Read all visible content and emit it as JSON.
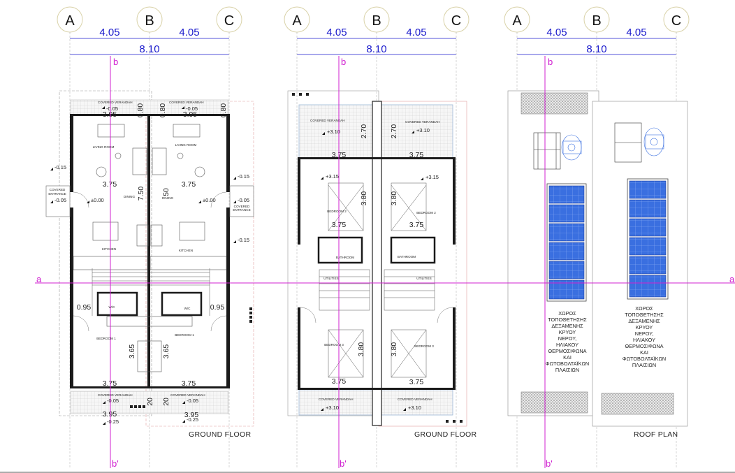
{
  "grid": {
    "labels": [
      "A",
      "B",
      "C"
    ],
    "span_left": "4.05",
    "span_right": "4.05",
    "total": "8.10"
  },
  "section": {
    "b_top": "b",
    "b_bottom": "b'",
    "a_left": "a",
    "a_right": "a"
  },
  "plans": {
    "ground": {
      "title": "GROUND FLOOR",
      "rooms": {
        "covered_verandah": "COVERED VERANDAH",
        "living_room": "LIVING ROOM",
        "dining": "DINING",
        "kitchen": "KITCHEN",
        "wc": "W/C",
        "bedroom": "BEDROOM 1",
        "covered_entrance": "COVERED ENTRANCE",
        "covered_entrance_line1": "COVERED",
        "covered_entrance_line2": "ENTRANCE"
      },
      "levels": {
        "top_verandah": "-0.05",
        "side_high": "-0.15",
        "entrance": "-0.05",
        "floor": "±0.00",
        "bottom_verandah": "-0.05",
        "bottom_outside": "-0.25"
      },
      "dims": {
        "verandah_depth": "0.80",
        "verandah_width": "3.95",
        "room_width": "3.75",
        "living_depth": "7.50",
        "living_depth_right": "50",
        "wc_width": "0.95",
        "bedroom_depth": "3.65",
        "bottom_verandah_depth": "20",
        "bottom_width": "3.95"
      }
    },
    "first": {
      "title": "GROUND FLOOR",
      "rooms": {
        "covered_verandah": "COVERED VERANDAH",
        "bedroom_2": "BEDROOM 2",
        "bathroom": "BATHROOM",
        "utilities": "UTILITIES",
        "bedroom_3": "BEDROOM 3"
      },
      "levels": {
        "verandah": "+3.10",
        "floor": "+3.15"
      },
      "dims": {
        "verandah_depth": "2.70",
        "room_width": "3.75",
        "bedroom_depth": "3.80"
      }
    },
    "roof": {
      "title": "ROOF PLAN",
      "note": [
        "ΧΩΡΟΣ",
        "ΤΟΠΟΘΕΤΗΣΗΣ",
        "ΔΕΞΑΜΕΝΗΣ",
        "ΚΡΥΟΥ",
        "ΝΕΡΟΥ,",
        "ΗΛΙΑΚΟΥ",
        "ΘΕΡΜΟΣΙΦΩΝΑ",
        "ΚΑΙ",
        "ΦΩΤΟΒΟΛΤΑΪΚΩΝ",
        "ΠΛΑΙΣΙΩΝ"
      ]
    }
  },
  "colors": {
    "dimension": "#1a1acc",
    "section_line": "#d020d0",
    "solar_panel": "#3a6fe0",
    "wall": "#1a1a1a"
  }
}
